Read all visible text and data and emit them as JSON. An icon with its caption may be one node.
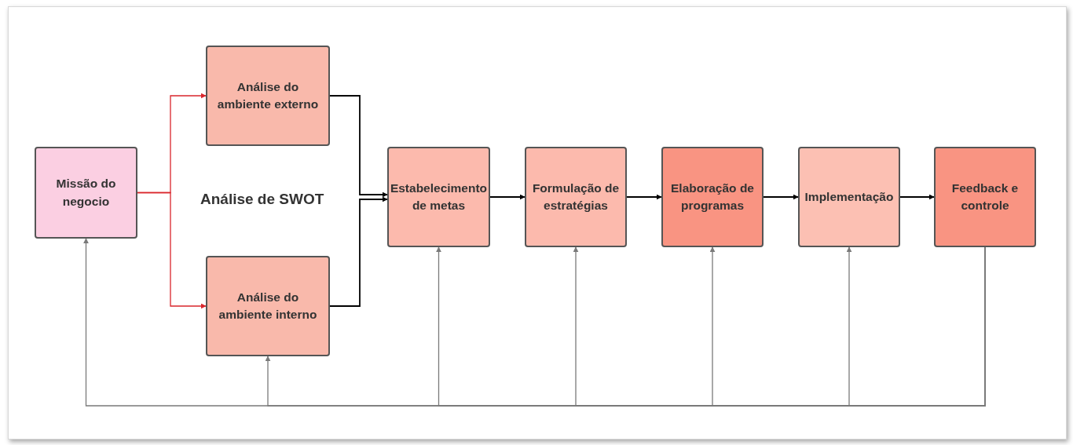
{
  "diagram": {
    "nodes": [
      {
        "text": [
          "Missão do negocio"
        ]
      },
      {
        "text": [
          "Análise do ambiente externo"
        ]
      },
      {
        "text": [
          "Análise do ambiente interno"
        ]
      },
      {
        "text": [
          "Estabelecimento de metas"
        ]
      },
      {
        "text": [
          "Formulação de estratégias"
        ]
      },
      {
        "text": [
          "Elaboração de programas"
        ]
      },
      {
        "text": [
          "Implementação"
        ]
      },
      {
        "text": [
          "Feedback e controle"
        ]
      }
    ],
    "edges": [
      {
        "from": 0,
        "to": 1,
        "arrow": "to",
        "color": "#d9262c"
      },
      {
        "from": 0,
        "to": 2,
        "arrow": "to",
        "color": "#d9262c"
      },
      {
        "from": 1,
        "to": 3,
        "arrow": "to"
      },
      {
        "from": 2,
        "to": 3,
        "arrow": "to"
      },
      {
        "from": 3,
        "to": 4,
        "arrow": "to"
      },
      {
        "from": 4,
        "to": 5,
        "arrow": "to"
      },
      {
        "from": 5,
        "to": 6,
        "arrow": "to"
      },
      {
        "from": 6,
        "to": 7,
        "arrow": "to"
      },
      {
        "from": 7,
        "to": 0,
        "arrow": "to",
        "color": "#7a7a7a"
      },
      {
        "from": 7,
        "to": 2,
        "arrow": "to",
        "color": "#7a7a7a"
      },
      {
        "from": 7,
        "to": 3,
        "arrow": "to",
        "color": "#7a7a7a"
      },
      {
        "from": 7,
        "to": 4,
        "arrow": "to",
        "color": "#7a7a7a"
      },
      {
        "from": 7,
        "to": 5,
        "arrow": "to",
        "color": "#7a7a7a"
      },
      {
        "from": 7,
        "to": 6,
        "arrow": "to",
        "color": "#7a7a7a"
      }
    ],
    "labels": [
      "Análise de SWOT"
    ]
  }
}
